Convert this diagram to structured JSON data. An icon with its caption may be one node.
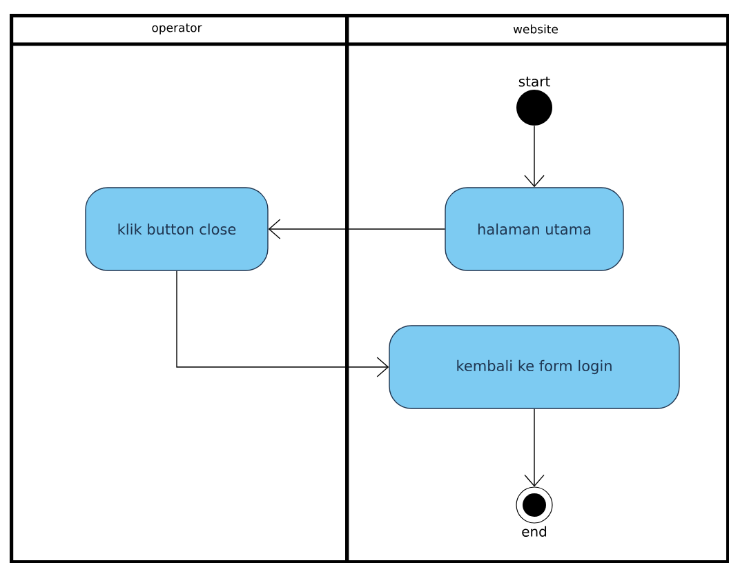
{
  "diagram": {
    "nodes": [
      {
        "text": [
          "operator"
        ]
      },
      {
        "text": [
          "website"
        ]
      },
      {
        "text": [],
        "shape": "circle",
        "beside": [
          "start"
        ],
        "in": 1
      },
      {
        "text": [
          "klik button close"
        ],
        "in": 0
      },
      {
        "text": [
          "halaman utama"
        ],
        "in": 1
      },
      {
        "text": [
          "kembali ke form login"
        ],
        "in": 1
      },
      {
        "text": [],
        "shape": "circle",
        "beside": [
          "end"
        ],
        "in": 1
      }
    ],
    "edges": [
      {
        "from": 2,
        "to": 4,
        "arrow": "to"
      },
      {
        "from": 4,
        "to": 3,
        "arrow": "to"
      },
      {
        "from": 3,
        "to": 5,
        "arrow": "to"
      },
      {
        "from": 5,
        "to": 6,
        "arrow": "to"
      }
    ]
  }
}
